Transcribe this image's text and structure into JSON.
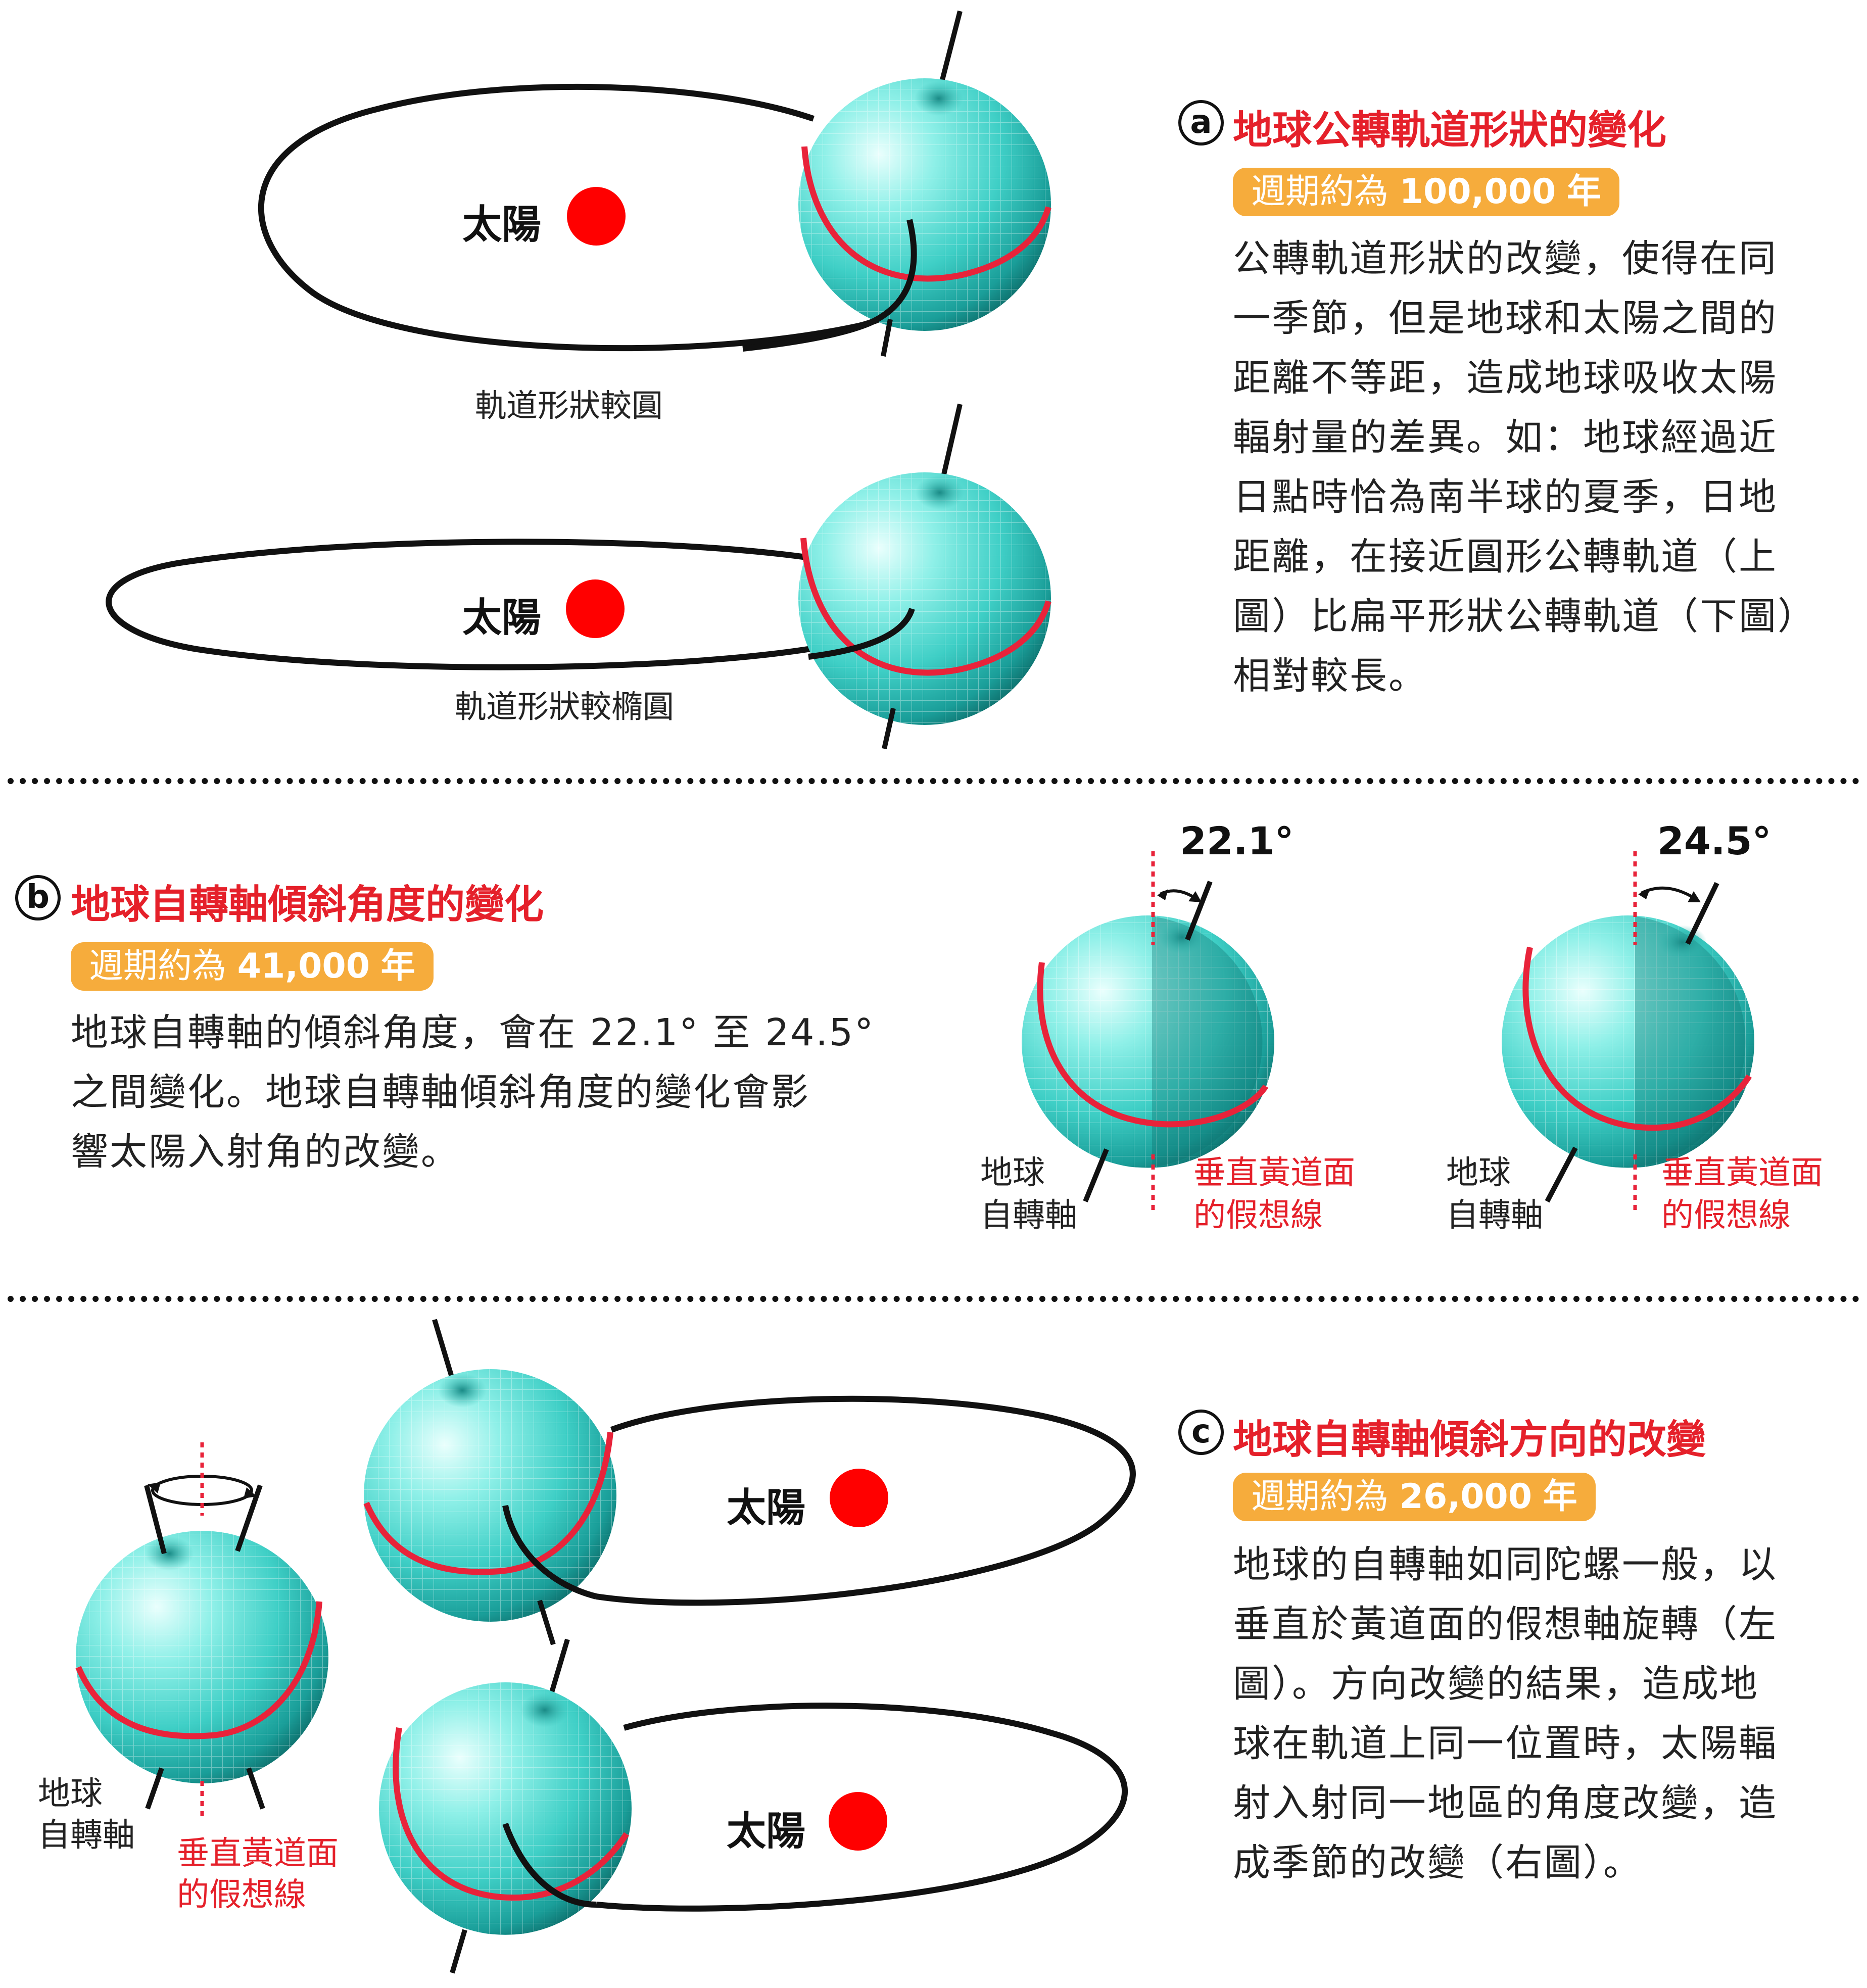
{
  "sections": {
    "a": {
      "marker": "a",
      "title": "地球公轉軌道形狀的變化",
      "period_prefix": "週期約為",
      "period_value": "100,000",
      "period_unit": "年",
      "body_lines": [
        "公轉軌道形狀的改變，使得在同",
        "一季節，但是地球和太陽之間的",
        "距離不等距，造成地球吸收太陽",
        "輻射量的差異。如：地球經過近",
        "日點時恰為南半球的夏季，日地",
        "距離，在接近圓形公轉軌道（上",
        "圖）比扁平形狀公轉軌道（下圖）",
        "相對較長。"
      ],
      "sun_label": "太陽",
      "orbit_top_caption": "軌道形狀較圓",
      "orbit_bottom_caption": "軌道形狀較橢圓"
    },
    "b": {
      "marker": "b",
      "title": "地球自轉軸傾斜角度的變化",
      "period_prefix": "週期約為",
      "period_value": "41,000",
      "period_unit": "年",
      "body_lines": [
        "地球自轉軸的傾斜角度，會在 22.1° 至 24.5°",
        "之間變化。地球自轉軸傾斜角度的變化會影",
        "響太陽入射角的改變。"
      ],
      "angle_left": "22.1°",
      "angle_right": "24.5°",
      "axis_label_line1": "地球",
      "axis_label_line2": "自轉軸",
      "plane_label_line1": "垂直黃道面",
      "plane_label_line2": "的假想線"
    },
    "c": {
      "marker": "c",
      "title": "地球自轉軸傾斜方向的改變",
      "period_prefix": "週期約為",
      "period_value": "26,000",
      "period_unit": "年",
      "body_lines": [
        "地球的自轉軸如同陀螺一般，以",
        "垂直於黃道面的假想軸旋轉（左",
        "圖）。方向改變的結果，造成地",
        "球在軌道上同一位置時，太陽輻",
        "射入射同一地區的角度改變，造",
        "成季節的改變（右圖）。"
      ],
      "sun_label": "太陽",
      "axis_label_line1": "地球",
      "axis_label_line2": "自轉軸",
      "plane_label_line1": "垂直黃道面",
      "plane_label_line2": "的假想線"
    }
  },
  "colors": {
    "title_red": "#e5202a",
    "sun_red": "#ff0000",
    "equator_red": "#e8233a",
    "period_orange": "#f6ac3c",
    "earth_cyan": "#5fe3d8",
    "earth_teal": "#1a8a86",
    "panel_cream": "#fdf2c6",
    "ink": "#111111"
  },
  "icons": [
    "earth-globe-icon",
    "sun-icon",
    "rotation-arrow-icon",
    "angle-arc-icon"
  ]
}
